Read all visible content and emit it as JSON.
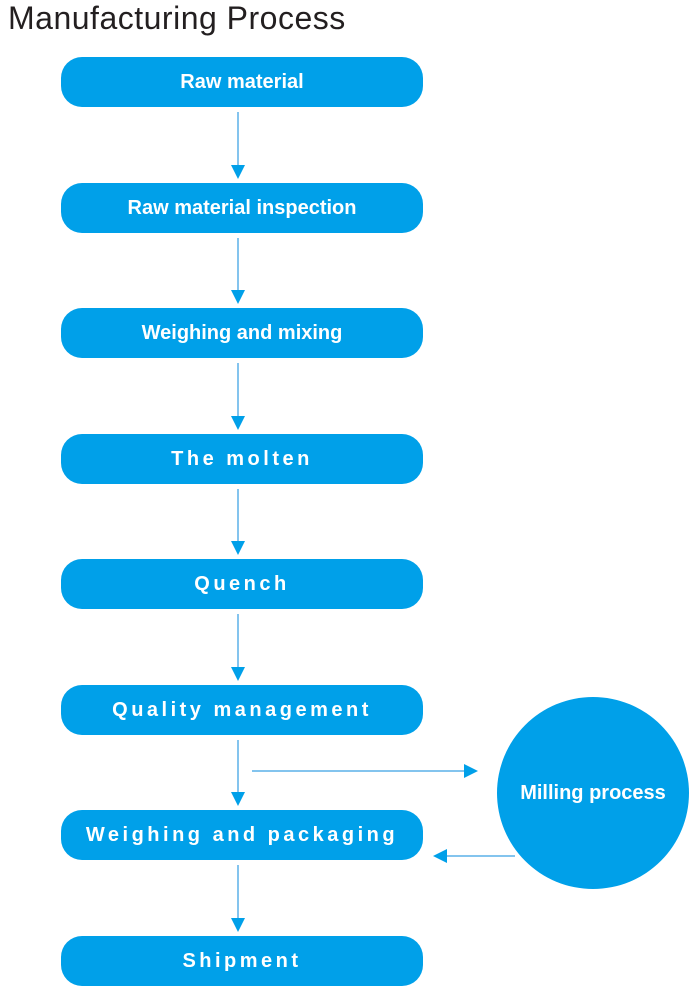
{
  "title": "Manufacturing Process",
  "colors": {
    "background": "#FFFFFF",
    "node_fill": "#00A0E9",
    "node_text": "#FFFFFF",
    "connector_line": "#5AB1E8",
    "arrowhead": "#00A0E9",
    "title_text": "#231F20"
  },
  "flow": {
    "nodes": [
      {
        "label": "Raw material"
      },
      {
        "label": "Raw material inspection"
      },
      {
        "label": "Weighing and mixing"
      },
      {
        "label": "The molten"
      },
      {
        "label": "Quench"
      },
      {
        "label": "Quality management"
      },
      {
        "label": "Weighing and packaging"
      },
      {
        "label": "Shipment"
      }
    ],
    "branch_node": {
      "label": "Milling process",
      "shape": "circle"
    },
    "connections": [
      {
        "from": "Raw material",
        "to": "Raw material inspection"
      },
      {
        "from": "Raw material inspection",
        "to": "Weighing and mixing"
      },
      {
        "from": "Weighing and mixing",
        "to": "The molten"
      },
      {
        "from": "The molten",
        "to": "Quench"
      },
      {
        "from": "Quench",
        "to": "Quality management"
      },
      {
        "from": "Quality management",
        "to": "Weighing and packaging"
      },
      {
        "from": "Quality management",
        "to": "Milling process"
      },
      {
        "from": "Milling process",
        "to": "Weighing and packaging"
      },
      {
        "from": "Weighing and packaging",
        "to": "Shipment"
      }
    ]
  }
}
